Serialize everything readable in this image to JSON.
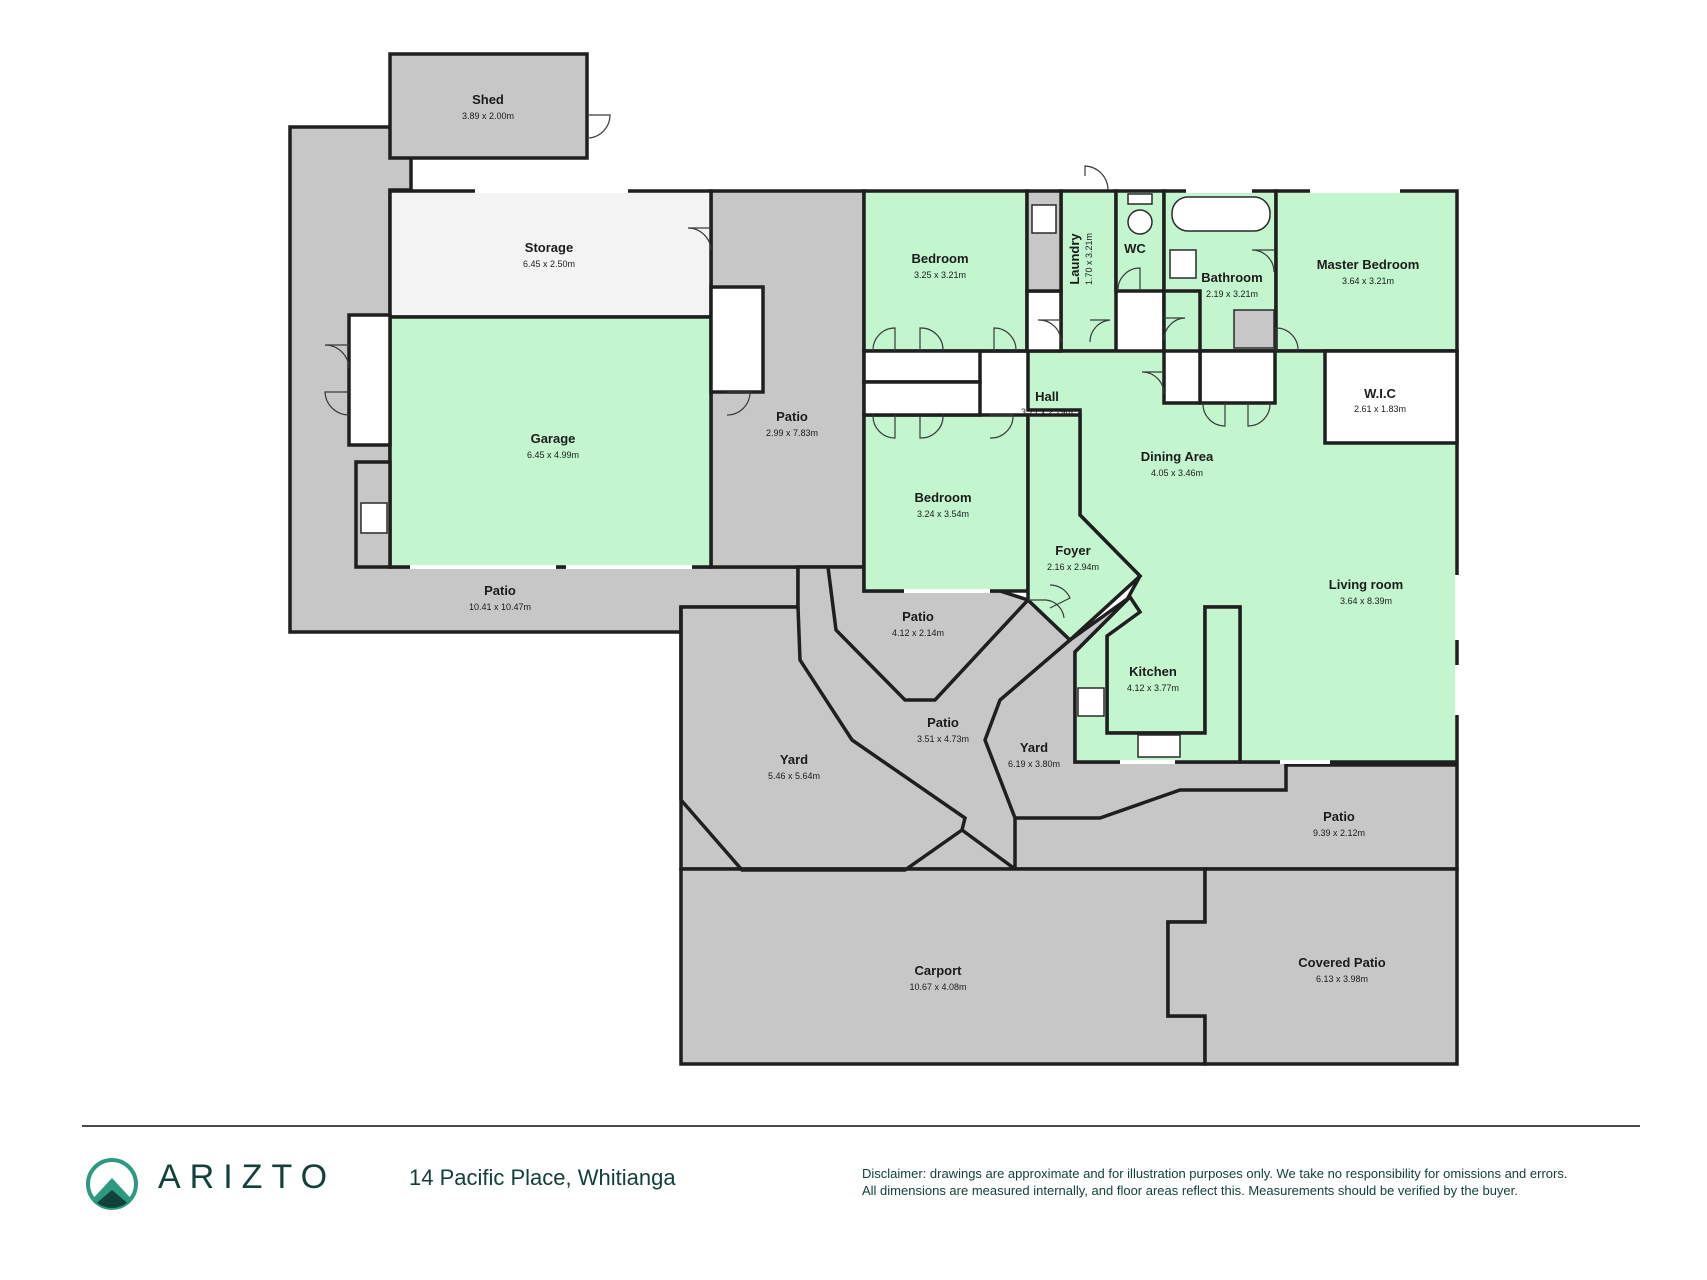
{
  "rooms": [
    {
      "key": "shed",
      "name": "Shed",
      "dims": "3.89 x 2.00m"
    },
    {
      "key": "storage",
      "name": "Storage",
      "dims": "6.45 x 2.50m"
    },
    {
      "key": "garage",
      "name": "Garage",
      "dims": "6.45 x 4.99m"
    },
    {
      "key": "patio_west",
      "name": "Patio",
      "dims": "10.41 x 10.47m"
    },
    {
      "key": "patio_garage_side",
      "name": "Patio",
      "dims": "2.99 x 7.83m"
    },
    {
      "key": "bedroom_1",
      "name": "Bedroom",
      "dims": "3.25 x 3.21m"
    },
    {
      "key": "laundry",
      "name": "Laundry",
      "dims": "1.70 x 3.21m"
    },
    {
      "key": "wc",
      "name": "WC",
      "dims": ""
    },
    {
      "key": "bathroom",
      "name": "Bathroom",
      "dims": "2.19 x 3.21m"
    },
    {
      "key": "master_bedroom",
      "name": "Master Bedroom",
      "dims": "3.64 x 3.21m"
    },
    {
      "key": "hall",
      "name": "Hall",
      "dims": "3.71 x 2.79m"
    },
    {
      "key": "wic",
      "name": "W.I.C",
      "dims": "2.61 x 1.83m"
    },
    {
      "key": "dining_area",
      "name": "Dining Area",
      "dims": "4.05 x 3.46m"
    },
    {
      "key": "bedroom_2",
      "name": "Bedroom",
      "dims": "3.24 x 3.54m"
    },
    {
      "key": "foyer",
      "name": "Foyer",
      "dims": "2.16 x 2.94m"
    },
    {
      "key": "living_room",
      "name": "Living room",
      "dims": "3.64 x 8.39m"
    },
    {
      "key": "patio_small",
      "name": "Patio",
      "dims": "4.12 x 2.14m"
    },
    {
      "key": "kitchen",
      "name": "Kitchen",
      "dims": "4.12 x 3.77m"
    },
    {
      "key": "patio_centre",
      "name": "Patio",
      "dims": "3.51 x 4.73m"
    },
    {
      "key": "yard_east",
      "name": "Yard",
      "dims": "6.19 x 3.80m"
    },
    {
      "key": "yard_west",
      "name": "Yard",
      "dims": "5.46 x 5.64m"
    },
    {
      "key": "patio_south",
      "name": "Patio",
      "dims": "9.39 x 2.12m"
    },
    {
      "key": "carport",
      "name": "Carport",
      "dims": "10.67 x 4.08m"
    },
    {
      "key": "covered_patio",
      "name": "Covered Patio",
      "dims": "6.13 x 3.98m"
    }
  ],
  "footer": {
    "brand": "ARIZTO",
    "address": "14 Pacific Place, Whitianga",
    "disclaimer_line1": "Disclaimer: drawings are approximate and for illustration purposes only. We take no responsibility for omissions and errors.",
    "disclaimer_line2": "All dimensions are measured internally, and floor areas reflect this. Measurements should be verified by the buyer."
  },
  "colors": {
    "interior": "#c3f5cf",
    "exterior": "#c7c7c7",
    "storage": "#f3f3f3",
    "wall": "#1f1f1f",
    "brand": "#12403a",
    "logo_teal": "#2a9a80"
  }
}
